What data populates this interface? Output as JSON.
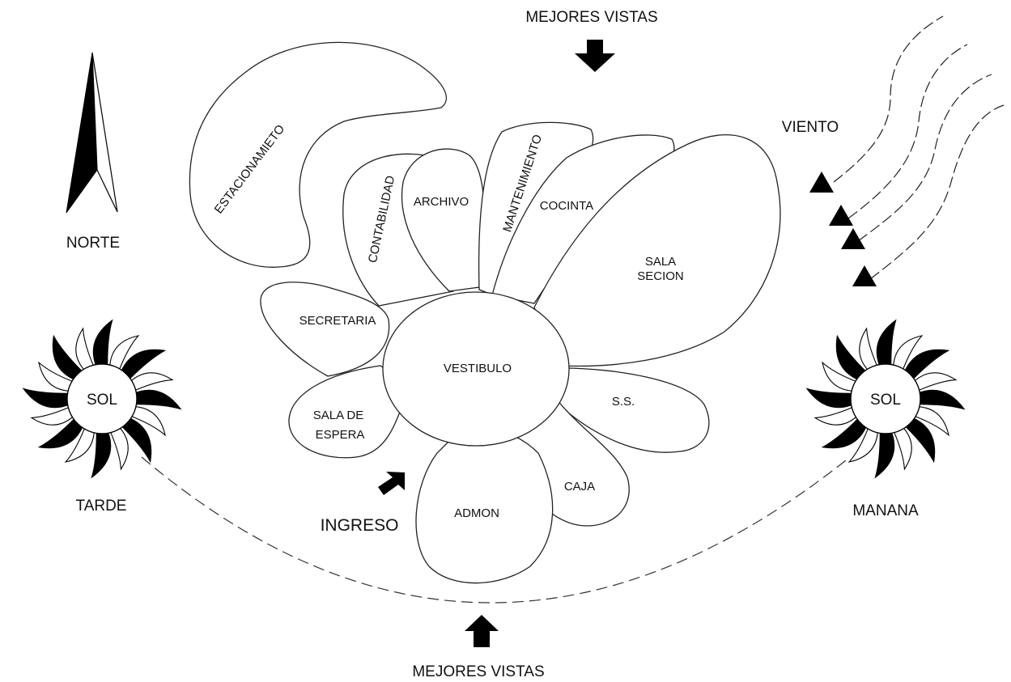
{
  "views": {
    "top_label": "MEJORES VISTAS",
    "bottom_label": "MEJORES VISTAS"
  },
  "compass": {
    "label": "NORTE"
  },
  "wind": {
    "label": "VIENTO"
  },
  "sun_afternoon": {
    "label": "SOL",
    "caption": "TARDE"
  },
  "sun_morning": {
    "label": "SOL",
    "caption": "MANANA"
  },
  "entrance": {
    "label": "INGRESO"
  },
  "zones": {
    "estacionamiento": "ESTACIONAMIETO",
    "contabilidad": "CONTABILIDAD",
    "archivo": "ARCHIVO",
    "mantenimiento": "MANTENIMIENTO",
    "cocina": "COCINTA",
    "sala_sesion_1": "SALA",
    "sala_sesion_2": "SECION",
    "secretaria": "SECRETARIA",
    "vestibulo": "VESTIBULO",
    "sala_espera_1": "SALA DE",
    "sala_espera_2": "ESPERA",
    "ss": "S.S.",
    "caja": "CAJA",
    "admon": "ADMON"
  }
}
